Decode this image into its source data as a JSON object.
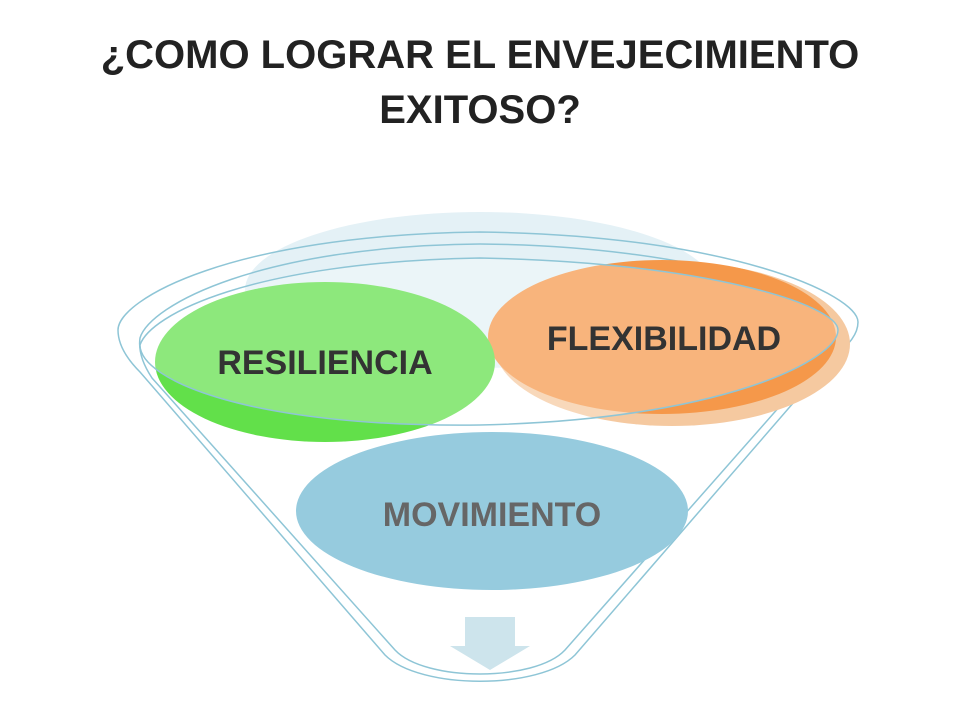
{
  "slide": {
    "title": "¿COMO LOGRAR EL ENVEJECIMIENTO EXITOSO?"
  },
  "funnel": {
    "items": [
      {
        "label": "RESILIENCIA",
        "color": "#62e04a",
        "text_color": "#333333"
      },
      {
        "label": "FLEXIBILIDAD",
        "color": "#f5984a",
        "text_color": "#333333"
      },
      {
        "label": "MOVIMIENTO",
        "color": "#96cbde",
        "text_color": "#666666"
      }
    ],
    "outline_color": "#8ec5d6",
    "rim_fill": "#e4f1f6",
    "arrow_color": "#cde4ec"
  }
}
